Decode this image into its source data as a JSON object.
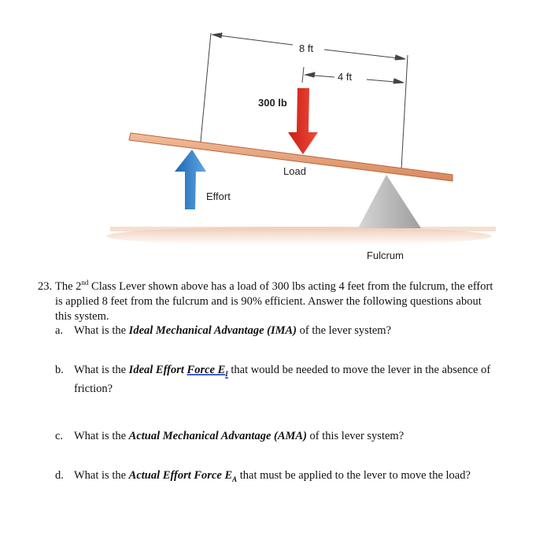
{
  "figure": {
    "dim_total": "8 ft",
    "dim_load": "4 ft",
    "load_value": "300 lb",
    "load_label": "Load",
    "effort_label": "Effort",
    "fulcrum_label": "Fulcrum",
    "colors": {
      "beam": "#e9a57c",
      "beam_edge": "#b5653f",
      "load_arrow": "#e02a1e",
      "effort_arrow": "#2a7fc8",
      "fulcrum": "#bdbdbd",
      "ground": "#f2d6c4"
    }
  },
  "question": {
    "number": "23.",
    "intro_pre": "The 2",
    "intro_sup": "nd",
    "intro_line1": " Class Lever shown above has a load of 300 lbs acting 4 feet from the fulcrum, the effort",
    "intro_line2": "is applied 8 feet from the fulcrum and is 90% efficient. Answer the following questions about",
    "intro_line3": "this system.",
    "a": {
      "letter": "a.",
      "pre": "What is the ",
      "em": "Ideal Mechanical Advantage (IMA)",
      "post": " of the lever system?"
    },
    "b": {
      "letter": "b.",
      "pre": "What is the ",
      "em": "Ideal Effort ",
      "em_underlined": "Force  E",
      "em_sub": "I",
      "post": " that would be needed to move the lever in the absence of",
      "line2": "friction?"
    },
    "c": {
      "letter": "c.",
      "pre": "What is the ",
      "em": "Actual Mechanical Advantage (AMA)",
      "post": " of this lever system?"
    },
    "d": {
      "letter": "d.",
      "pre": "What is the ",
      "em": "Actual Effort Force E",
      "em_sub": "A",
      "post": " that must be applied to the lever to move the load?"
    }
  }
}
